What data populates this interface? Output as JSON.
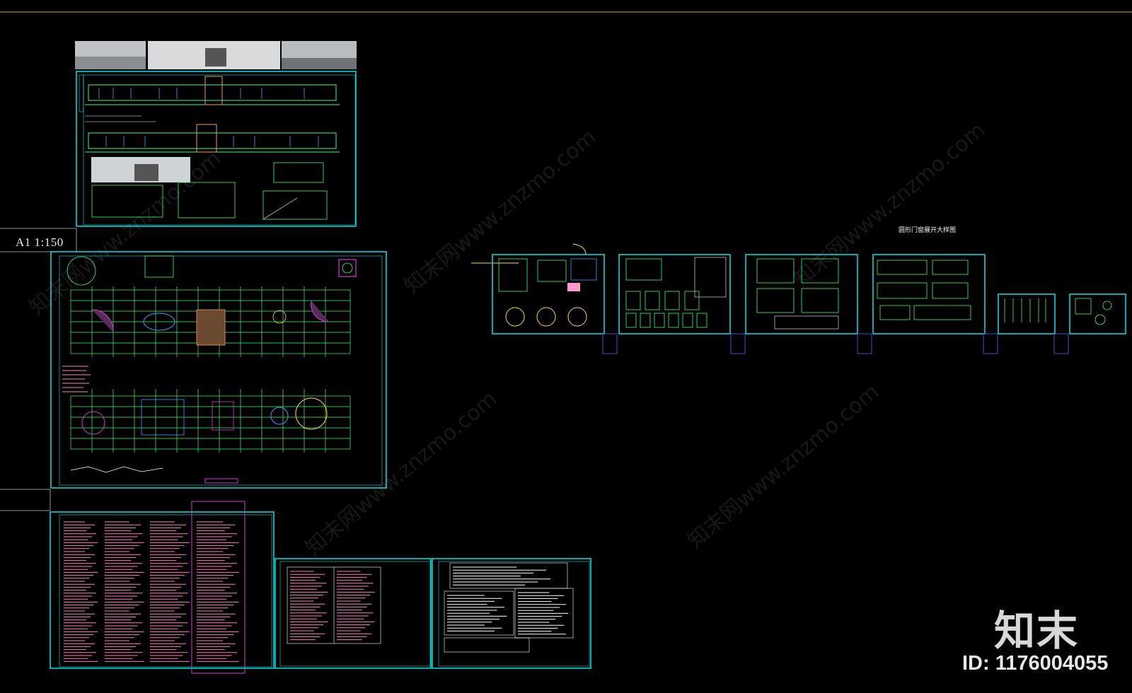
{
  "drawing": {
    "scale_label": "A1 1:150",
    "sheet_title": "圆形门窗展开大样图"
  },
  "watermark": {
    "text": "知末网www.znzmo.com",
    "logo": "知末",
    "id_label": "ID: 1176004055"
  },
  "colors": {
    "background": "#000000",
    "frame": "#00e5e5",
    "linework": "#39ff6a",
    "notes": "#ff7fbf",
    "guide": "#caa24a"
  }
}
